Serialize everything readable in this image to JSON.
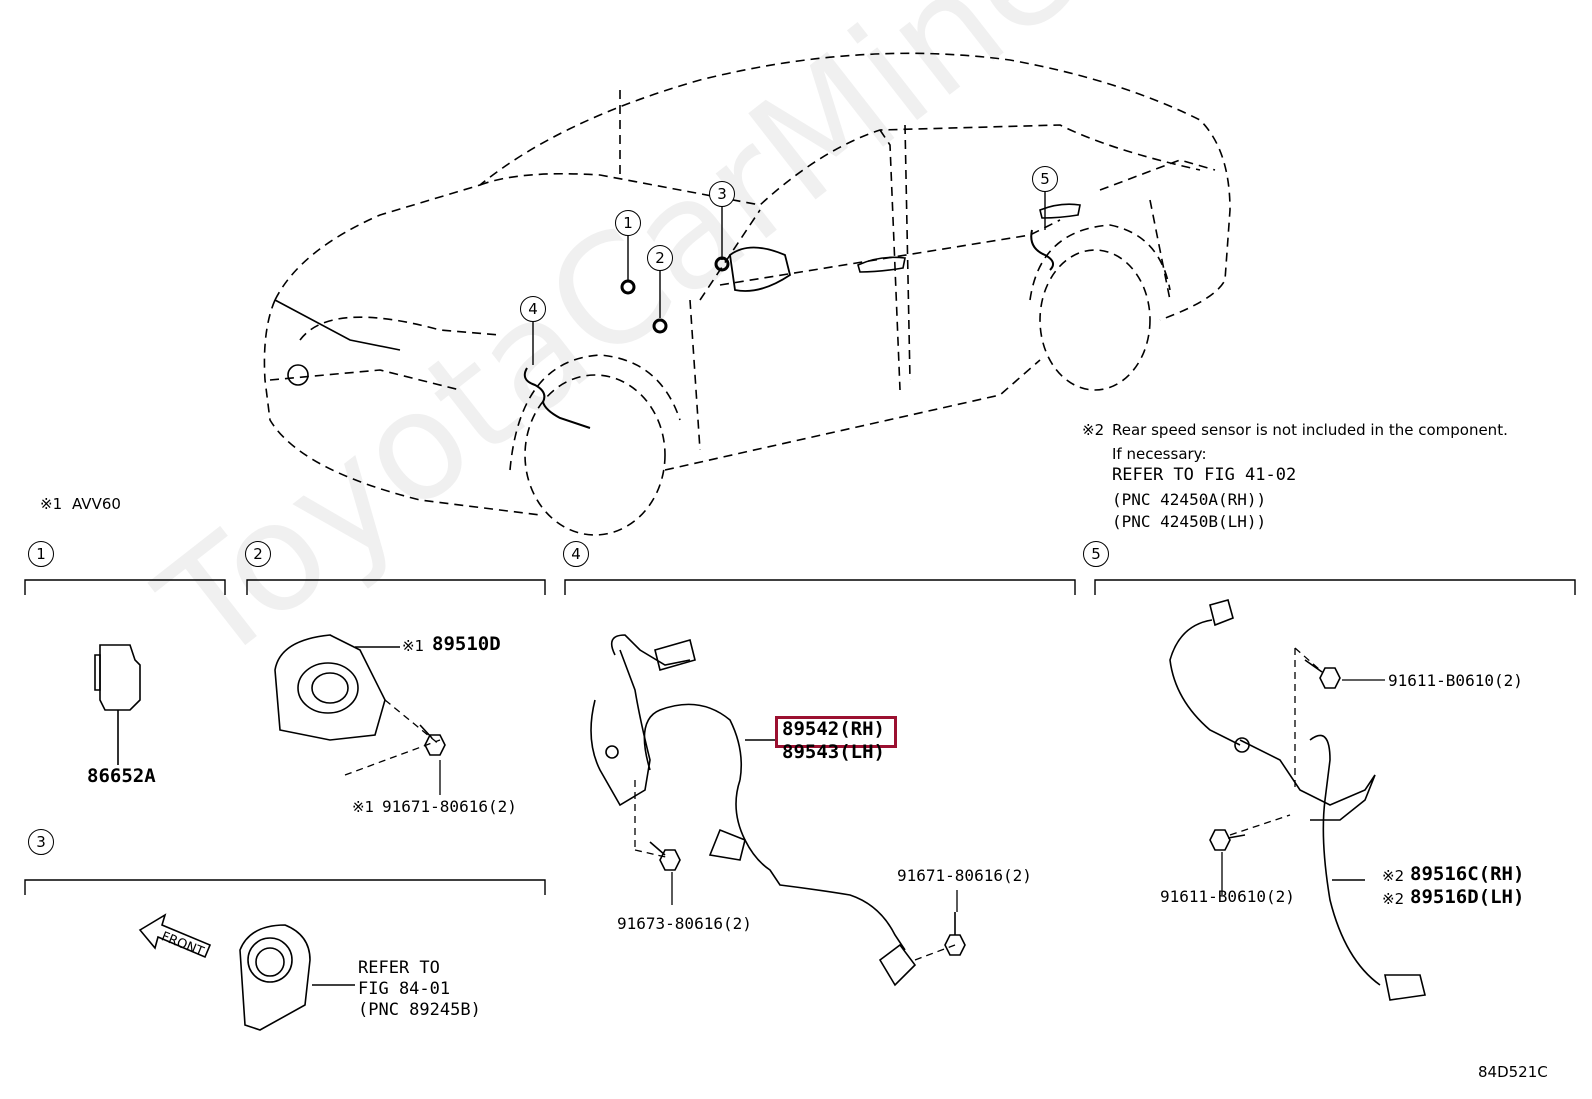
{
  "watermark": "ToyotaCarMine.ru",
  "notes": {
    "note1_mark": "※1",
    "note1_text": "AVV60",
    "note2_mark": "※2",
    "note2_text": "Rear speed sensor is not included in the component.",
    "note2_line2": "If necessary:",
    "note2_line3": "REFER TO FIG 41-02",
    "note2_line4": "(PNC 42450A(RH))",
    "note2_line5": "(PNC 42450B(LH))"
  },
  "callouts": [
    "1",
    "2",
    "3",
    "4",
    "5"
  ],
  "sections": {
    "s1": {
      "num": "1",
      "part": "86652A"
    },
    "s2": {
      "num": "2",
      "part_mark": "※1",
      "part": "89510D",
      "bolt_mark": "※1",
      "bolt": "91671-80616(2)"
    },
    "s3": {
      "num": "3",
      "front": "FRONT",
      "ref1": "REFER TO",
      "ref2": "FIG 84-01",
      "ref3": "(PNC 89245B)"
    },
    "s4": {
      "num": "4",
      "part_rh": "89542(RH)",
      "part_lh": "89543(LH)",
      "bolt_a": "91673-80616(2)",
      "bolt_b": "91671-80616(2)"
    },
    "s5": {
      "num": "5",
      "bolt_top": "91611-B0610(2)",
      "bolt_bottom": "91611-B0610(2)",
      "mark_rh": "※2",
      "part_rh": "89516C(RH)",
      "mark_lh": "※2",
      "part_lh": "89516D(LH)"
    }
  },
  "figure_code": "84D521C",
  "colors": {
    "highlight": "#9b1030",
    "line": "#000000"
  }
}
